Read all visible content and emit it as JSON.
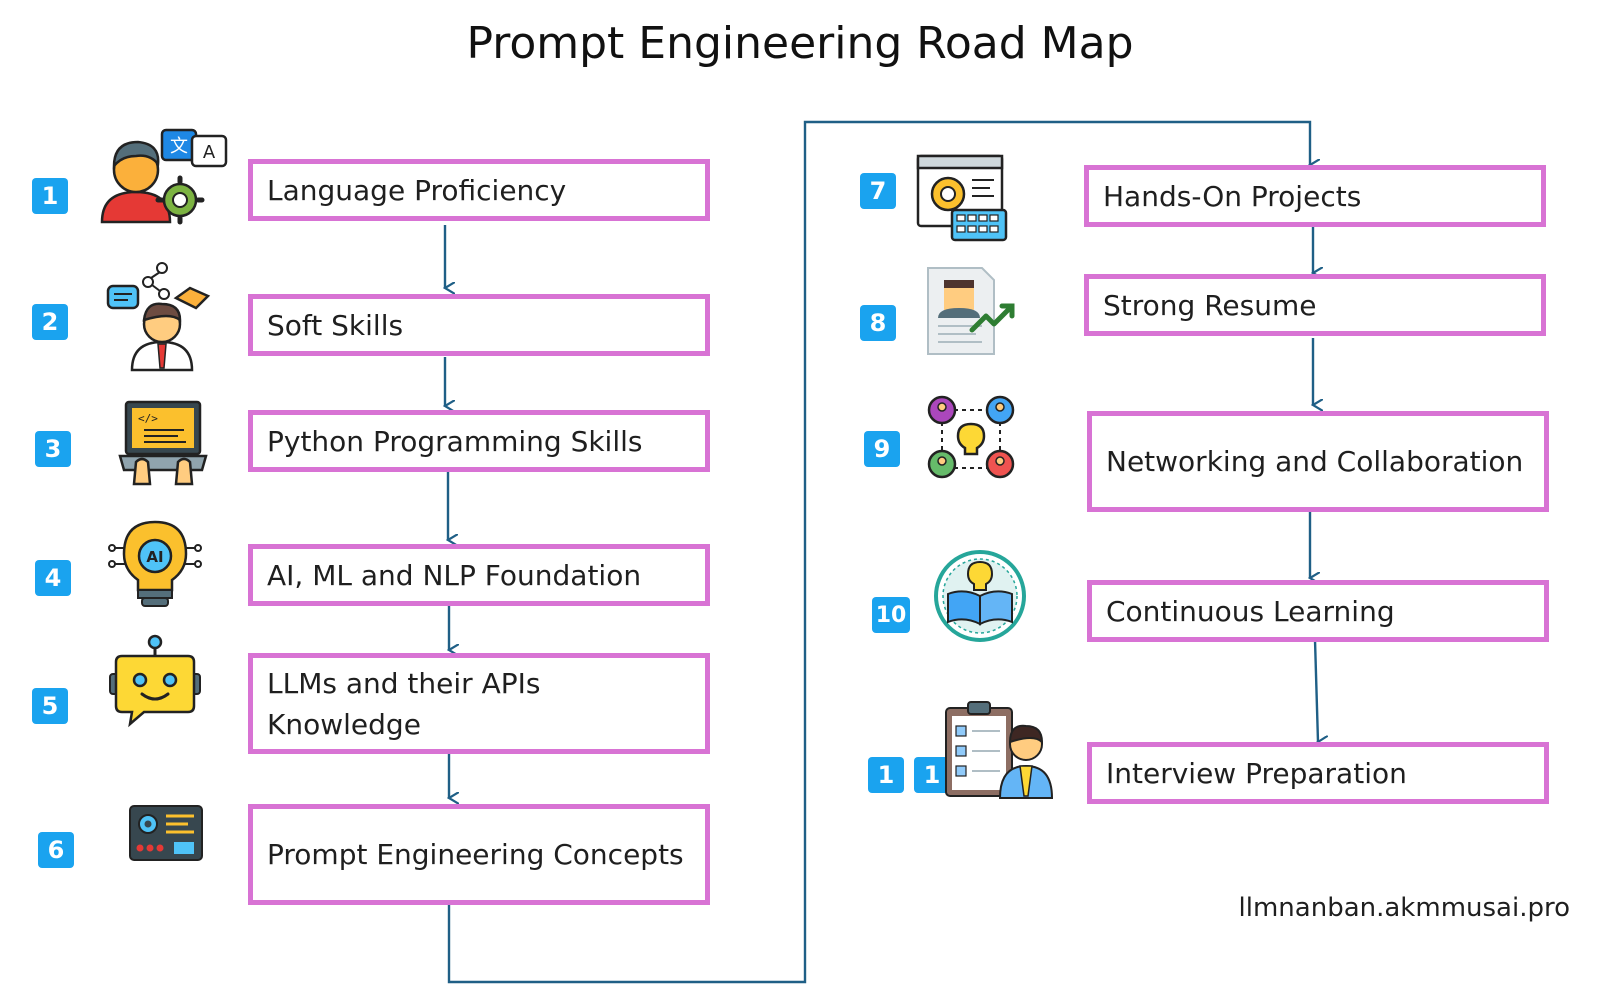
{
  "title": "Prompt Engineering Road Map",
  "footer": "llmnanban.akmmusai.pro",
  "colors": {
    "box_border": "#d873d4",
    "badge": "#1aa3ef",
    "arrow": "#1f5f86"
  },
  "steps": [
    {
      "badge": "1",
      "label": "Language Proficiency",
      "icon": "translator-person-icon"
    },
    {
      "badge": "2",
      "label": "Soft Skills",
      "icon": "communication-person-icon"
    },
    {
      "badge": "3",
      "label": "Python Programming Skills",
      "icon": "coding-laptop-icon"
    },
    {
      "badge": "4",
      "label": "AI, ML and NLP Foundation",
      "icon": "ai-bulb-icon"
    },
    {
      "badge": "5",
      "label": "LLMs and their APIs Knowledge",
      "icon": "robot-chat-icon"
    },
    {
      "badge": "6",
      "label": "Prompt Engineering Concepts",
      "icon": "dashboard-settings-icon"
    },
    {
      "badge": "7",
      "label": "Hands-On Projects",
      "icon": "project-window-icon"
    },
    {
      "badge": "8",
      "label": "Strong Resume",
      "icon": "resume-growth-icon"
    },
    {
      "badge": "9",
      "label": "Networking and Collaboration",
      "icon": "network-people-icon"
    },
    {
      "badge": "10",
      "label": "Continuous Learning",
      "icon": "learning-book-icon"
    },
    {
      "badge": "1",
      "badge2": "1",
      "label": "Interview Preparation",
      "icon": "interview-checklist-icon"
    }
  ]
}
